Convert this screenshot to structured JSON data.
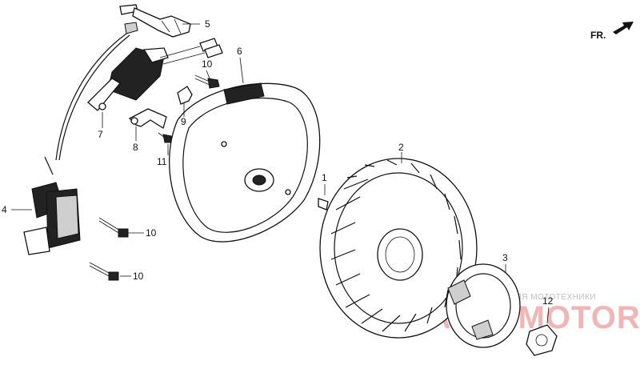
{
  "diagram": {
    "orientation": {
      "label": "FR."
    },
    "callouts": [
      {
        "id": "c1",
        "number": "1"
      },
      {
        "id": "c2",
        "number": "2"
      },
      {
        "id": "c3",
        "number": "3"
      },
      {
        "id": "c4",
        "number": "4"
      },
      {
        "id": "c5",
        "number": "5"
      },
      {
        "id": "c6",
        "number": "6"
      },
      {
        "id": "c7",
        "number": "7"
      },
      {
        "id": "c8",
        "number": "8"
      },
      {
        "id": "c9",
        "number": "9"
      },
      {
        "id": "c10a",
        "number": "10"
      },
      {
        "id": "c10b",
        "number": "10"
      },
      {
        "id": "c10c",
        "number": "10"
      },
      {
        "id": "c11",
        "number": "11"
      },
      {
        "id": "c12",
        "number": "12"
      }
    ]
  },
  "watermark": {
    "tagline": "ЗАПЧАСТИ И АКСЕССУАРЫ ДЛЯ МОТОТЕХНИКИ",
    "site": "PARTSMOTOR.RU"
  }
}
